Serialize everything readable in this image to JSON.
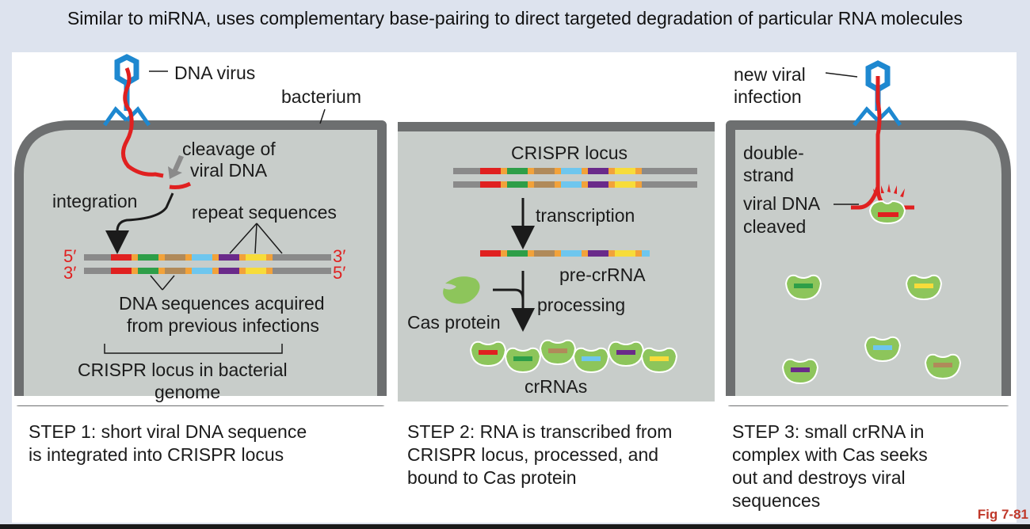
{
  "headline": "Similar to miRNA, uses complementary base-pairing to direct targeted degradation of particular RNA molecules",
  "fig_ref": "Fig 7-81",
  "colors": {
    "cell_fill": "#c8cdca",
    "cell_border": "#6d6f70",
    "dna_red": "#e02020",
    "virus_blue": "#1e88d0",
    "cas_green": "#8dc55b",
    "segments": [
      "#e02020",
      "#2e9e48",
      "#b08a5a",
      "#6ec6ee",
      "#6a2a8a",
      "#f7dc3a",
      "#f2a23a",
      "#8a8a8a"
    ]
  },
  "panel1": {
    "virus_label": "DNA virus",
    "bacterium_label": "bacterium",
    "cleavage_label_1": "cleavage of",
    "cleavage_label_2": "viral DNA",
    "integration_label": "integration",
    "repeat_label": "repeat sequences",
    "five_prime": "5′",
    "three_prime": "3′",
    "acquired_1": "DNA sequences acquired",
    "acquired_2": "from previous infections",
    "locus_1": "CRISPR locus in bacterial",
    "locus_2": "genome",
    "step_1": "STEP 1:  short viral DNA sequence",
    "step_2": "is integrated into CRISPR locus"
  },
  "panel2": {
    "locus_label": "CRISPR locus",
    "transcription_label": "transcription",
    "pre_label": "pre-crRNA",
    "processing_label": "processing",
    "cas_label": "Cas protein",
    "crrnas_label": "crRNAs",
    "step_1": "STEP 2:  RNA is transcribed from",
    "step_2": "CRISPR locus, processed, and",
    "step_3": "bound to Cas protein"
  },
  "panel3": {
    "new_viral_1": "new viral",
    "new_viral_2": "infection",
    "ds_1": "double-",
    "ds_2": "strand",
    "ds_3": "viral DNA",
    "ds_4": "cleaved",
    "step_1": "STEP 3:  small crRNA in",
    "step_2": "complex with Cas seeks",
    "step_3": "out and destroys viral",
    "step_4": "sequences"
  }
}
